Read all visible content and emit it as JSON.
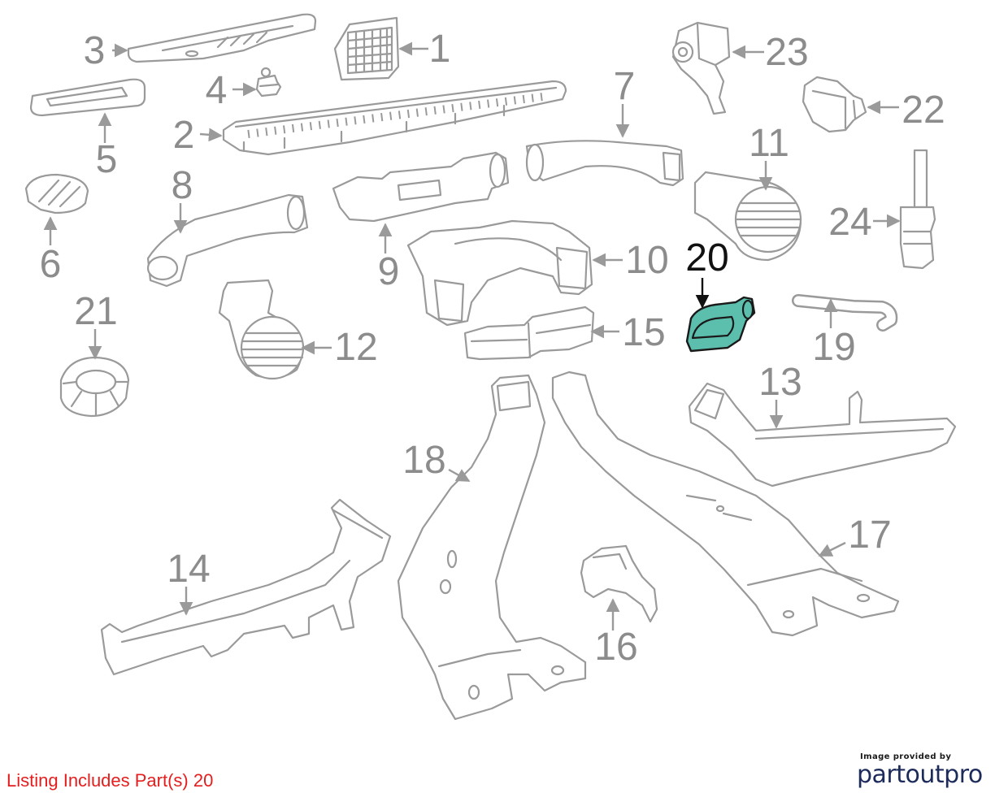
{
  "diagram": {
    "callouts": {
      "c1": "1",
      "c2": "2",
      "c3": "3",
      "c4": "4",
      "c5": "5",
      "c6": "6",
      "c7": "7",
      "c8": "8",
      "c9": "9",
      "c10": "10",
      "c11": "11",
      "c12": "12",
      "c13": "13",
      "c14": "14",
      "c15": "15",
      "c16": "16",
      "c17": "17",
      "c18": "18",
      "c19": "19",
      "c20": "20",
      "c21": "21",
      "c22": "22",
      "c23": "23",
      "c24": "24"
    }
  },
  "footer": {
    "listing_text": "Listing Includes Part(s) 20",
    "credit_small": "Image provided by",
    "credit_brand": "partoutpro"
  },
  "colors": {
    "line": "#9a9a9a",
    "label": "#8c8c8c",
    "highlight_fill": "#5cbfae",
    "highlight_label": "#111111",
    "listing": "#e41e1e",
    "brand": "#1c2b5a"
  }
}
